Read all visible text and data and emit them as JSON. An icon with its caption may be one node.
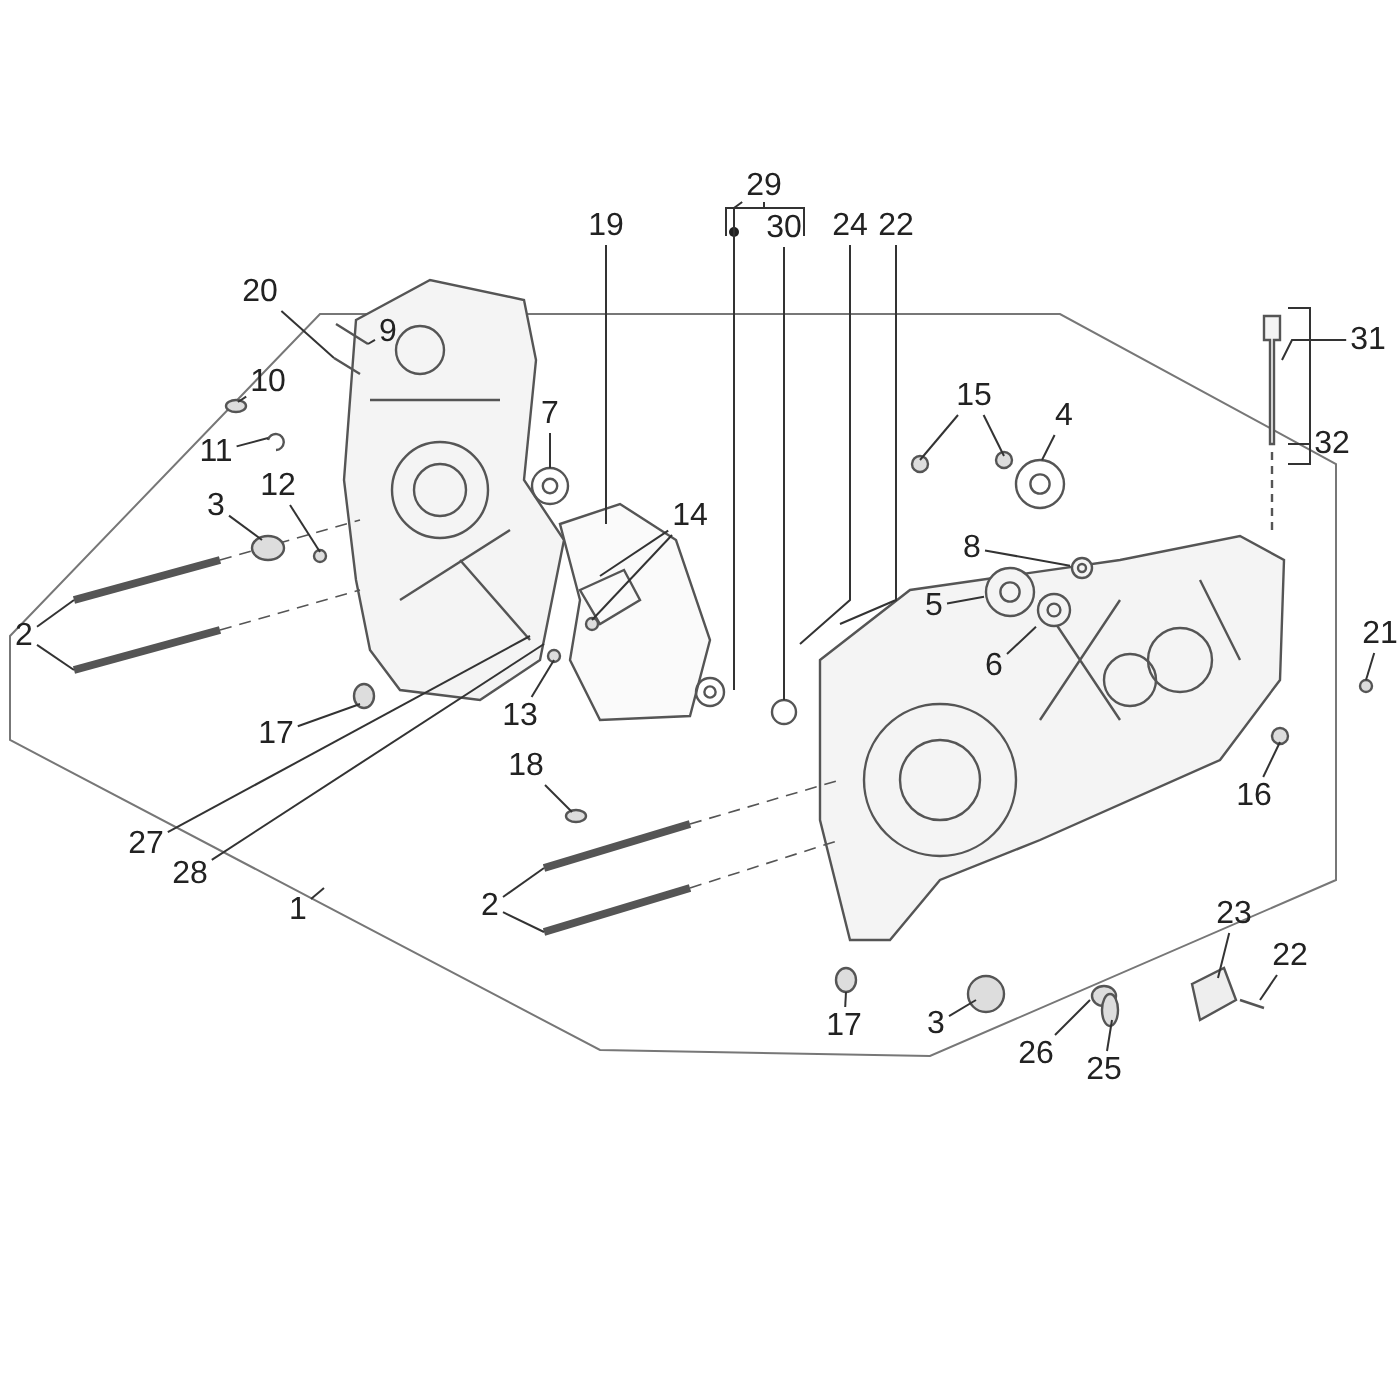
{
  "diagram": {
    "nodes": [
      {
        "text": [
          "19"
        ]
      },
      {
        "text": [
          "30"
        ]
      },
      {
        "text": [
          "24"
        ]
      },
      {
        "text": [
          "22"
        ]
      },
      {
        "text": [
          "20"
        ]
      },
      {
        "text": [
          "9"
        ]
      },
      {
        "text": [
          "10"
        ]
      },
      {
        "text": [
          "15"
        ]
      },
      {
        "text": [
          "7"
        ]
      },
      {
        "text": [
          "32"
        ]
      },
      {
        "text": [
          "4"
        ]
      },
      {
        "text": [
          "11"
        ]
      },
      {
        "text": [
          "12"
        ]
      },
      {
        "text": [
          "3"
        ]
      },
      {
        "text": [
          "14"
        ]
      },
      {
        "text": [
          "8"
        ]
      },
      {
        "text": [
          "2"
        ]
      },
      {
        "text": [
          "5"
        ]
      },
      {
        "text": [
          "6"
        ]
      },
      {
        "text": [
          "21"
        ]
      },
      {
        "text": [
          "13"
        ]
      },
      {
        "text": [
          "18"
        ]
      },
      {
        "text": [
          "17"
        ]
      },
      {
        "text": [
          "16"
        ]
      },
      {
        "text": [
          "27"
        ]
      },
      {
        "text": [
          "28"
        ]
      },
      {
        "text": [
          "1"
        ]
      },
      {
        "text": [
          "2"
        ]
      },
      {
        "text": [
          "23"
        ]
      },
      {
        "text": [
          "22"
        ]
      },
      {
        "text": [
          "3"
        ]
      },
      {
        "text": [
          "17"
        ]
      },
      {
        "text": [
          "26"
        ]
      },
      {
        "text": [
          "25"
        ]
      },
      {
        "text": [
          "29"
        ]
      },
      {
        "text": [
          "31"
        ]
      },
      {
        "text": [],
        "shape": "circle"
      },
      {
        "text": [],
        "shape": "circle"
      },
      {
        "text": [],
        "shape": "bar"
      },
      {
        "text": [],
        "shape": "circle"
      }
    ],
    "edges": [
      {
        "from": 0,
        "to": null,
        "arrow": "none"
      },
      {
        "from": 1,
        "to": null,
        "arrow": "none"
      },
      {
        "from": 2,
        "to": null,
        "arrow": "none"
      },
      {
        "from": 3,
        "to": null,
        "arrow": "none"
      },
      {
        "from": 4,
        "to": null,
        "arrow": "none"
      },
      {
        "from": 5,
        "to": null,
        "arrow": "none"
      },
      {
        "from": 6,
        "to": null,
        "arrow": "none"
      },
      {
        "from": 7,
        "to": null,
        "arrow": "none"
      },
      {
        "from": 7,
        "to": null,
        "arrow": "none"
      },
      {
        "from": 8,
        "to": null,
        "arrow": "none"
      },
      {
        "from": 9,
        "to": null,
        "arrow": "none"
      },
      {
        "from": 10,
        "to": null,
        "arrow": "none"
      },
      {
        "from": 11,
        "to": null,
        "arrow": "none"
      },
      {
        "from": 12,
        "to": null,
        "arrow": "none"
      },
      {
        "from": 13,
        "to": null,
        "arrow": "none"
      },
      {
        "from": 14,
        "to": null,
        "arrow": "none"
      },
      {
        "from": 14,
        "to": null,
        "arrow": "none"
      },
      {
        "from": 15,
        "to": 39,
        "arrow": "none"
      },
      {
        "from": 16,
        "to": null,
        "arrow": "none"
      },
      {
        "from": 16,
        "to": null,
        "arrow": "none"
      },
      {
        "from": 17,
        "to": 36,
        "arrow": "none"
      },
      {
        "from": 18,
        "to": 37,
        "arrow": "none"
      },
      {
        "from": 19,
        "to": null,
        "arrow": "none"
      },
      {
        "from": 20,
        "to": null,
        "arrow": "none"
      },
      {
        "from": 21,
        "to": null,
        "arrow": "none"
      },
      {
        "from": 22,
        "to": null,
        "arrow": "none"
      },
      {
        "from": 23,
        "to": null,
        "arrow": "none"
      },
      {
        "from": 24,
        "to": null,
        "arrow": "none"
      },
      {
        "from": 25,
        "to": null,
        "arrow": "none"
      },
      {
        "from": 26,
        "to": null,
        "arrow": "none"
      },
      {
        "from": 27,
        "to": null,
        "arrow": "none"
      },
      {
        "from": 27,
        "to": null,
        "arrow": "none"
      },
      {
        "from": 28,
        "to": null,
        "arrow": "none"
      },
      {
        "from": 29,
        "to": null,
        "arrow": "none"
      },
      {
        "from": 30,
        "to": null,
        "arrow": "none"
      },
      {
        "from": 31,
        "to": null,
        "arrow": "none"
      },
      {
        "from": 32,
        "to": null,
        "arrow": "none"
      },
      {
        "from": 33,
        "to": null,
        "arrow": "none"
      },
      {
        "from": 34,
        "to": null,
        "arrow": "none"
      },
      {
        "from": 35,
        "to": 38,
        "arrow": "none"
      }
    ]
  }
}
